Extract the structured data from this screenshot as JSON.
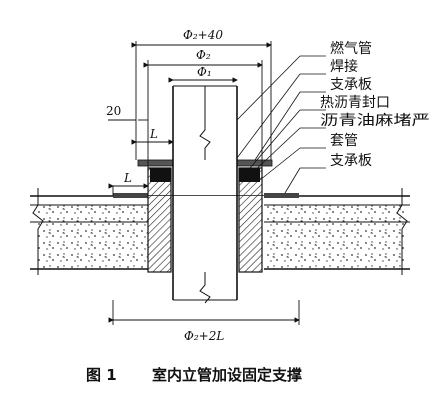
{
  "dimensions": {
    "phi2_plus_40": "Φ₂+40",
    "phi2": "Φ₂",
    "phi1": "Φ₁",
    "offset_20": "20",
    "L_upper": "L",
    "L_lower": "L",
    "phi2_plus_2L": "Φ₂+2L"
  },
  "labels": {
    "gas_pipe": "燃气管",
    "weld": "焊接",
    "support_plate_top": "支承板",
    "hot_asphalt_seal": "热沥青封口",
    "asphalt_hemp_plug": "沥青油麻堵严",
    "sleeve": "套管",
    "support_plate_bottom": "支承板"
  },
  "caption": {
    "number": "图 1",
    "title": "室内立管加设固定支撑"
  }
}
